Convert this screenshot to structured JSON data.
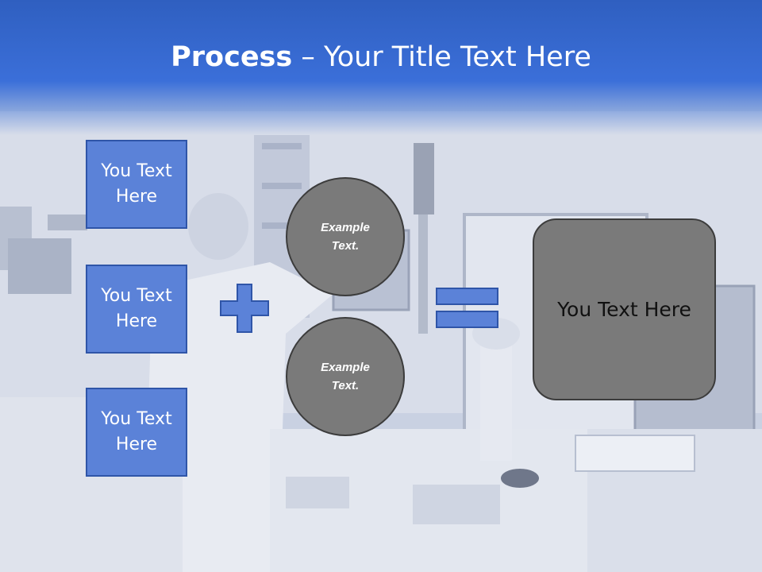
{
  "slide": {
    "title_bold": "Process",
    "title_rest": " – Your Title Text Here",
    "colors": {
      "header": "#3b6fd9",
      "box_fill": "#5b82d8",
      "circle_fill": "#7a7a7a"
    }
  },
  "left_boxes": [
    {
      "label": "You Text Here"
    },
    {
      "label": "You Text Here"
    },
    {
      "label": "You Text Here"
    }
  ],
  "operators": {
    "plus": "plus-icon",
    "equals": "equals-icon"
  },
  "circles": [
    {
      "label": "Example Text."
    },
    {
      "label": "Example Text."
    }
  ],
  "result": {
    "label": "You Text Here"
  }
}
